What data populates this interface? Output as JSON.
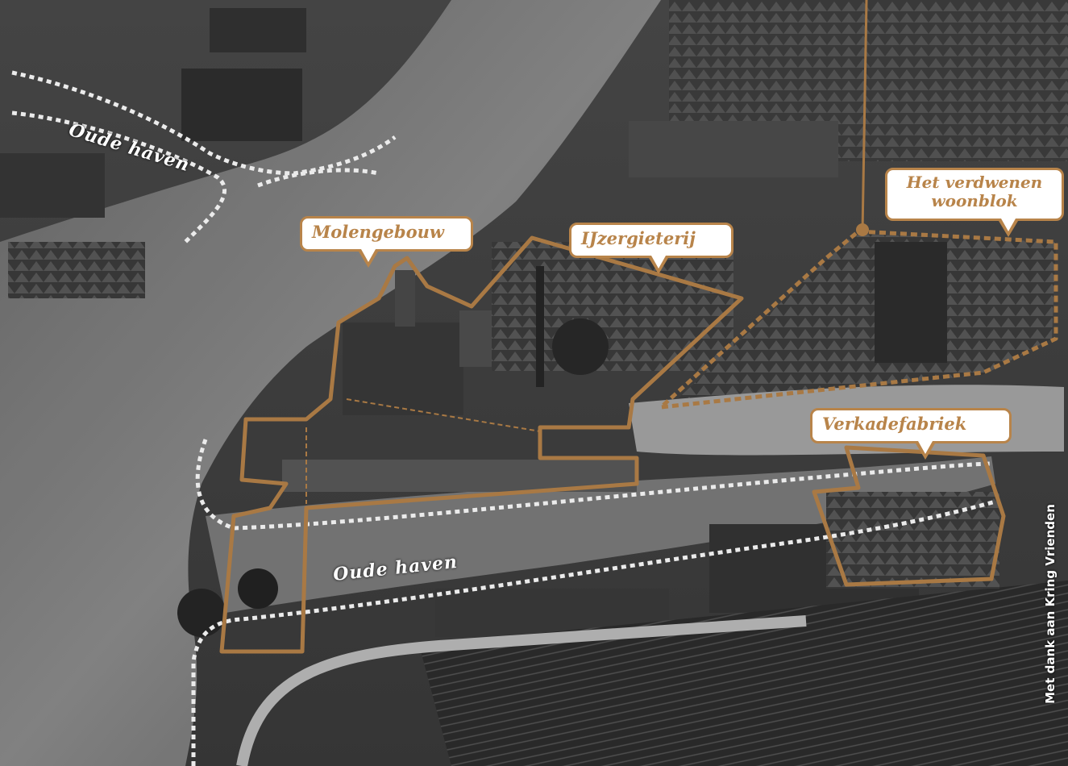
{
  "labels": {
    "molengebouw": "Molengebouw",
    "ijzergieterij": "IJzergieterij",
    "woonblok_line1": "Het verdwenen",
    "woonblok_line2": "woonblok",
    "verkadefabriek": "Verkadefabriek",
    "oude_haven_top": "Oude haven",
    "oude_haven_bottom": "Oude haven"
  },
  "credit": "Met dank aan Kring Vrienden",
  "colors": {
    "accent": "#b8844a",
    "dotted_line": "#ffffff",
    "callout_bg": "#ffffff"
  }
}
